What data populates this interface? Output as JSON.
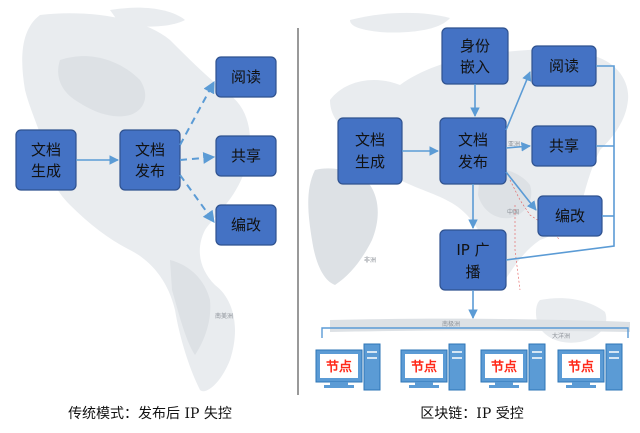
{
  "left_panel": {
    "boxes": {
      "doc_gen": [
        "文档",
        "生成"
      ],
      "doc_publish": [
        "文档",
        "发布"
      ],
      "read": "阅读",
      "share": "共享",
      "edit": "编改"
    },
    "caption": "传统模式：发布后 IP 失控"
  },
  "right_panel": {
    "boxes": {
      "identity_embed": [
        "身份",
        "嵌入"
      ],
      "doc_gen": [
        "文档",
        "生成"
      ],
      "doc_publish": [
        "文档",
        "发布"
      ],
      "read": "阅读",
      "share": "共享",
      "edit": "编改",
      "ip_broadcast": [
        "IP 广",
        "播"
      ]
    },
    "node_label": "节点",
    "caption": "区块链：IP 受控"
  },
  "map_labels": {
    "left_south_america": "南美洲",
    "right_asia": "亚洲",
    "right_africa": "非洲",
    "right_china": "中国",
    "right_oceania": "大洋洲",
    "right_antarctica": "南极洲"
  },
  "colors": {
    "box_fill": "#4472c4",
    "arrow": "#5b9bd5",
    "node_label": "#ff2a1a"
  }
}
